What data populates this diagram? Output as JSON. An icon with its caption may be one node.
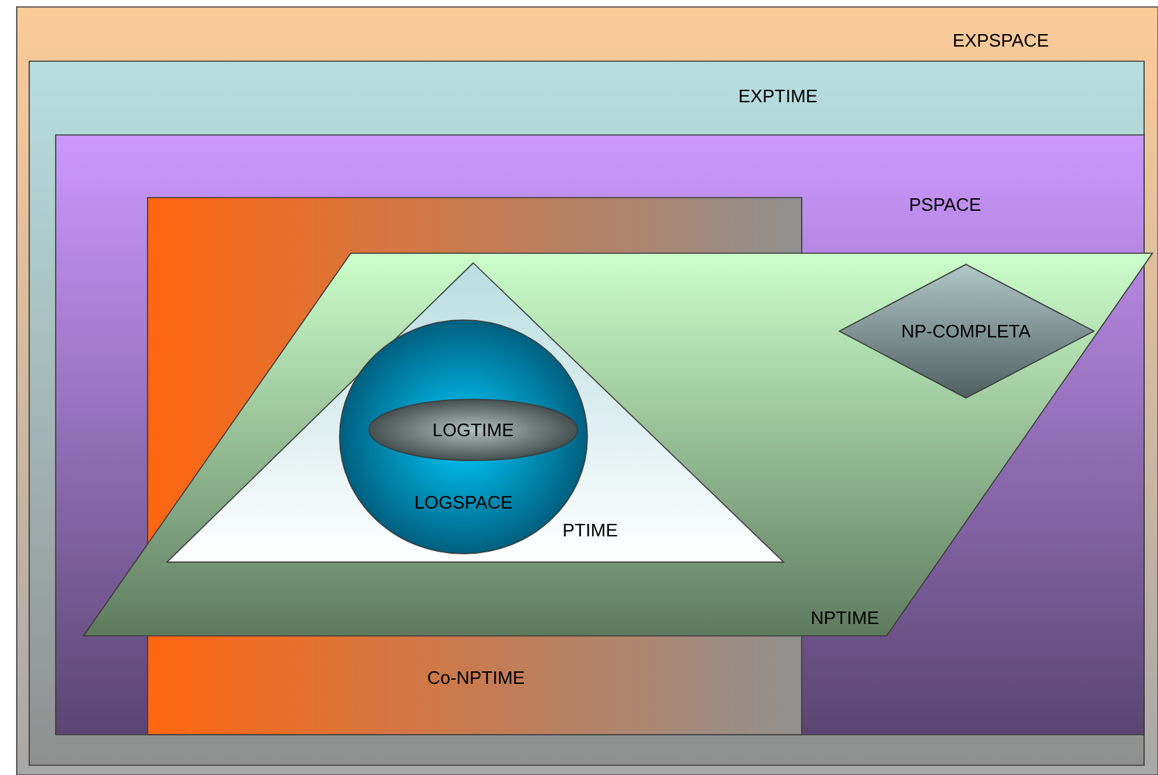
{
  "diagram": {
    "nodes": [
      {
        "text": [
          "EXPSPACE"
        ]
      },
      {
        "text": [
          "EXPTIME"
        ],
        "in": 0
      },
      {
        "text": [
          "PSPACE"
        ],
        "in": 1
      },
      {
        "text": [
          "Co-NPTIME"
        ],
        "in": 2
      },
      {
        "text": [
          "NPTIME"
        ],
        "in": 2
      },
      {
        "text": [
          "PTIME"
        ]
      },
      {
        "text": [
          "LOGSPACE"
        ],
        "in": 5
      },
      {
        "text": [
          "LOGTIME"
        ],
        "in": 6
      },
      {
        "text": [
          "NP-COMPLETA"
        ],
        "in": 4
      }
    ]
  }
}
